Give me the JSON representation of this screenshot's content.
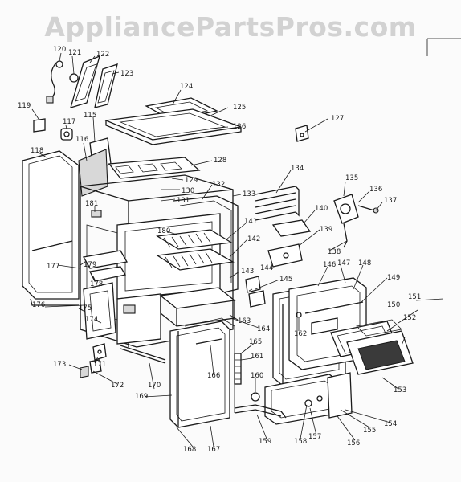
{
  "watermark": "AppliancePartsPros.com",
  "callouts": [
    {
      "id": "120",
      "label": "120"
    },
    {
      "id": "121",
      "label": "121"
    },
    {
      "id": "122",
      "label": "122"
    },
    {
      "id": "123",
      "label": "123"
    },
    {
      "id": "124",
      "label": "124"
    },
    {
      "id": "125",
      "label": "125"
    },
    {
      "id": "126",
      "label": "126"
    },
    {
      "id": "127",
      "label": "127"
    },
    {
      "id": "119",
      "label": "119"
    },
    {
      "id": "117",
      "label": "117"
    },
    {
      "id": "115",
      "label": "115"
    },
    {
      "id": "116",
      "label": "116"
    },
    {
      "id": "118",
      "label": "118"
    },
    {
      "id": "128",
      "label": "128"
    },
    {
      "id": "129",
      "label": "129"
    },
    {
      "id": "130",
      "label": "130"
    },
    {
      "id": "131",
      "label": "131"
    },
    {
      "id": "132",
      "label": "132"
    },
    {
      "id": "133",
      "label": "133"
    },
    {
      "id": "134",
      "label": "134"
    },
    {
      "id": "135",
      "label": "135"
    },
    {
      "id": "136",
      "label": "136"
    },
    {
      "id": "137",
      "label": "137"
    },
    {
      "id": "140",
      "label": "140"
    },
    {
      "id": "139",
      "label": "139"
    },
    {
      "id": "138",
      "label": "138"
    },
    {
      "id": "181",
      "label": "181"
    },
    {
      "id": "180",
      "label": "180"
    },
    {
      "id": "141",
      "label": "141"
    },
    {
      "id": "142",
      "label": "142"
    },
    {
      "id": "177",
      "label": "177"
    },
    {
      "id": "179",
      "label": "179"
    },
    {
      "id": "178",
      "label": "178"
    },
    {
      "id": "143",
      "label": "143"
    },
    {
      "id": "144",
      "label": "144"
    },
    {
      "id": "145",
      "label": "145"
    },
    {
      "id": "146",
      "label": "146"
    },
    {
      "id": "147",
      "label": "147"
    },
    {
      "id": "148",
      "label": "148"
    },
    {
      "id": "149",
      "label": "149"
    },
    {
      "id": "176",
      "label": "176"
    },
    {
      "id": "175",
      "label": "175"
    },
    {
      "id": "174",
      "label": "174"
    },
    {
      "id": "163",
      "label": "163"
    },
    {
      "id": "164",
      "label": "164"
    },
    {
      "id": "162",
      "label": "162"
    },
    {
      "id": "151",
      "label": "151"
    },
    {
      "id": "150",
      "label": "150"
    },
    {
      "id": "152",
      "label": "152"
    },
    {
      "id": "165",
      "label": "165"
    },
    {
      "id": "161",
      "label": "161"
    },
    {
      "id": "173",
      "label": "173"
    },
    {
      "id": "171",
      "label": "171"
    },
    {
      "id": "166",
      "label": "166"
    },
    {
      "id": "172",
      "label": "172"
    },
    {
      "id": "170",
      "label": "170"
    },
    {
      "id": "160",
      "label": "160"
    },
    {
      "id": "153",
      "label": "153"
    },
    {
      "id": "169",
      "label": "169"
    },
    {
      "id": "154",
      "label": "154"
    },
    {
      "id": "155",
      "label": "155"
    },
    {
      "id": "157",
      "label": "157"
    },
    {
      "id": "158",
      "label": "158"
    },
    {
      "id": "156",
      "label": "156"
    },
    {
      "id": "159",
      "label": "159"
    },
    {
      "id": "168",
      "label": "168"
    },
    {
      "id": "167",
      "label": "167"
    }
  ]
}
